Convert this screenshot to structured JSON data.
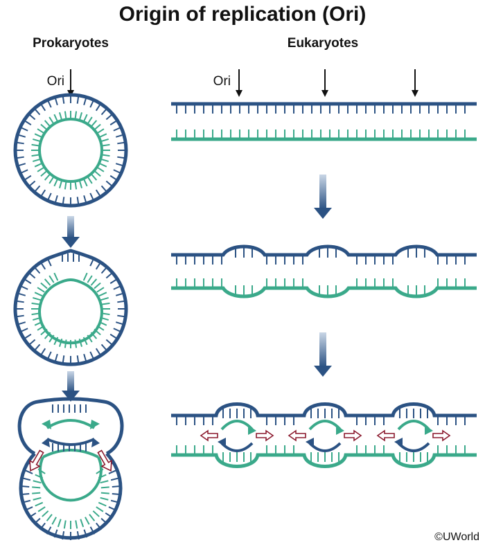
{
  "title": "Origin of replication (Ori)",
  "left_heading": "Prokaryotes",
  "right_heading": "Eukaryotes",
  "ori_label": "Ori",
  "credit": "©UWorld",
  "colors": {
    "outer_strand": "#2b5283",
    "inner_strand": "#3aa98a",
    "step_arrow_top": "#c9d6e6",
    "step_arrow_bottom": "#2b5283",
    "fork_arrow": "#8b1a2e",
    "ori_arrow": "#111111"
  },
  "icons": [
    "ori-pointer-arrow-icon",
    "step-arrow-icon",
    "fork-direction-arrow-icon"
  ]
}
